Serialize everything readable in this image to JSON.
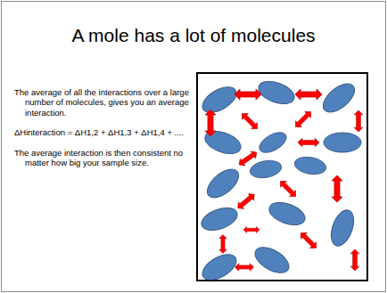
{
  "diagram": {
    "title": "A mole has a lot of molecules",
    "labels": [
      "The average of all the interactions over a large number of molecules, gives you an average interaction.",
      "ΔHinteraction = ΔH1,2 + ΔH1,3 + ΔH1,4 + ....",
      "The average interaction is then consistent no matter how big your sample size."
    ]
  }
}
